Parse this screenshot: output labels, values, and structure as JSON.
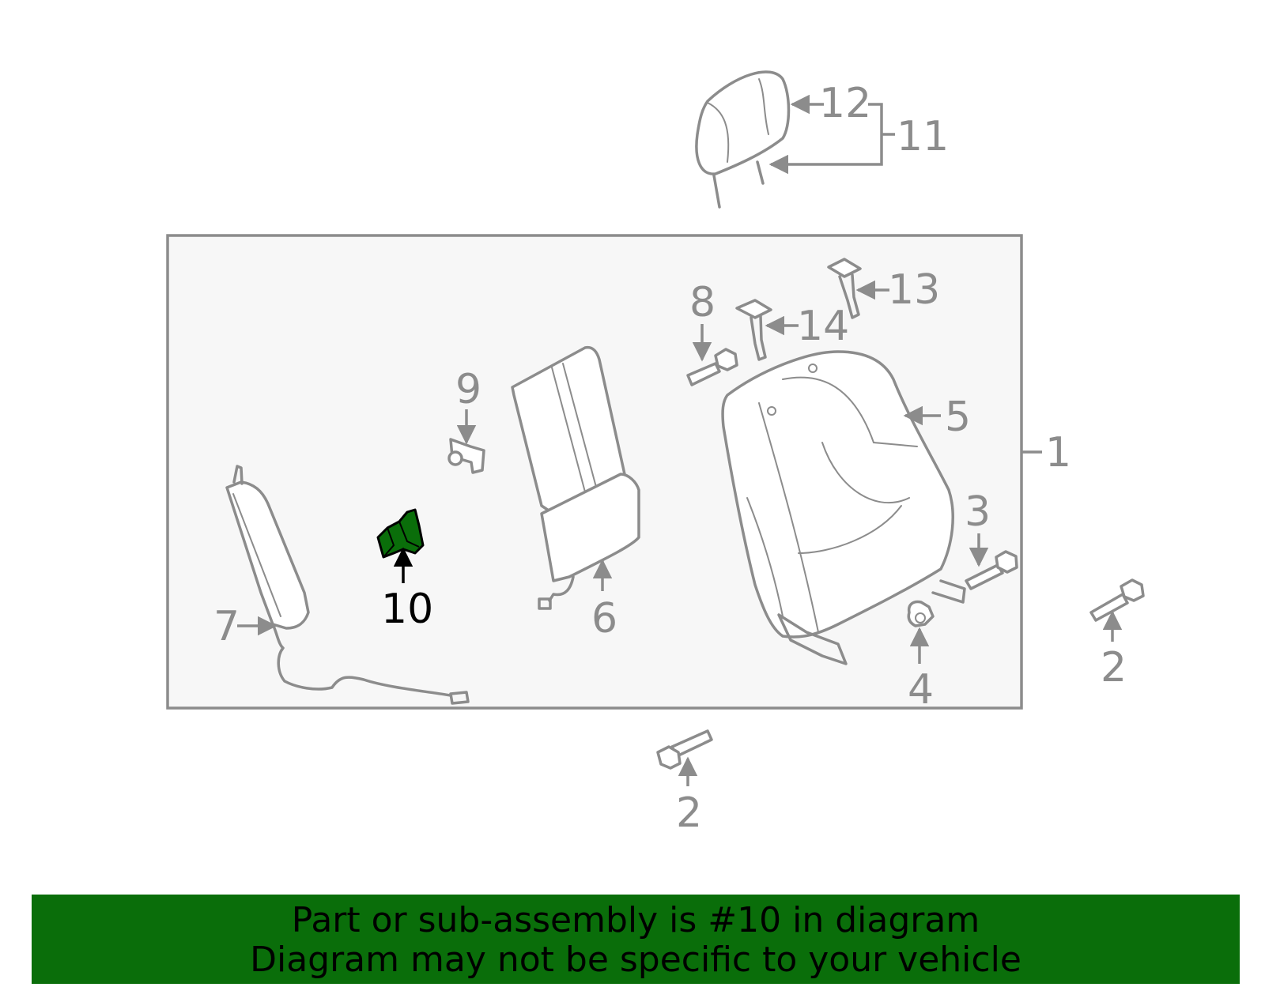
{
  "diagram": {
    "highlight_color": "#0a6e0a",
    "part_line_color": "#8c8c8c",
    "highlighted_part": "10",
    "callouts": {
      "c1": "1",
      "c2a": "2",
      "c2b": "2",
      "c3": "3",
      "c4": "4",
      "c5": "5",
      "c6": "6",
      "c7": "7",
      "c8": "8",
      "c9": "9",
      "c10": "10",
      "c11": "11",
      "c12": "12",
      "c13": "13",
      "c14": "14"
    }
  },
  "banner": {
    "line1": "Part or sub-assembly is #10 in diagram",
    "line2": "Diagram may not be specific to your vehicle",
    "background": "#0a6e0a"
  }
}
